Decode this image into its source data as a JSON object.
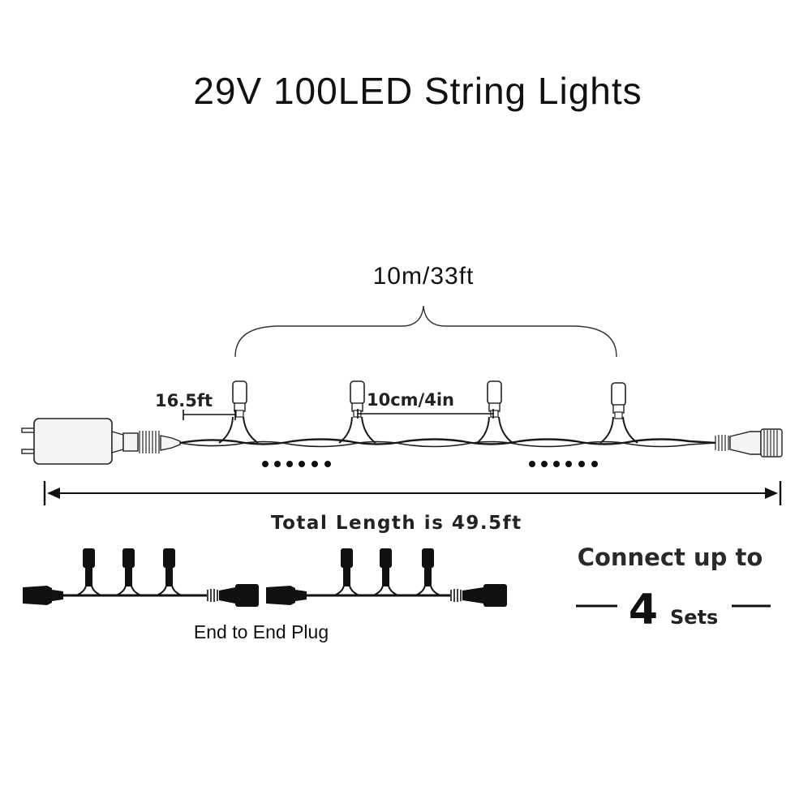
{
  "title": "29V 100LED String Lights",
  "labels": {
    "span_length": "10m/33ft",
    "lead_length": "16.5ft",
    "bulb_spacing": "10cm/4in",
    "total_length": "Total Length is  49.5ft",
    "end_to_end": "End to End Plug"
  },
  "connect": {
    "line1": "Connect up to",
    "number": "4",
    "unit": "Sets"
  },
  "colors": {
    "line": "#1a1a1a",
    "adapter_fill": "#f4f4f4",
    "bulb_fill": "#111111"
  }
}
